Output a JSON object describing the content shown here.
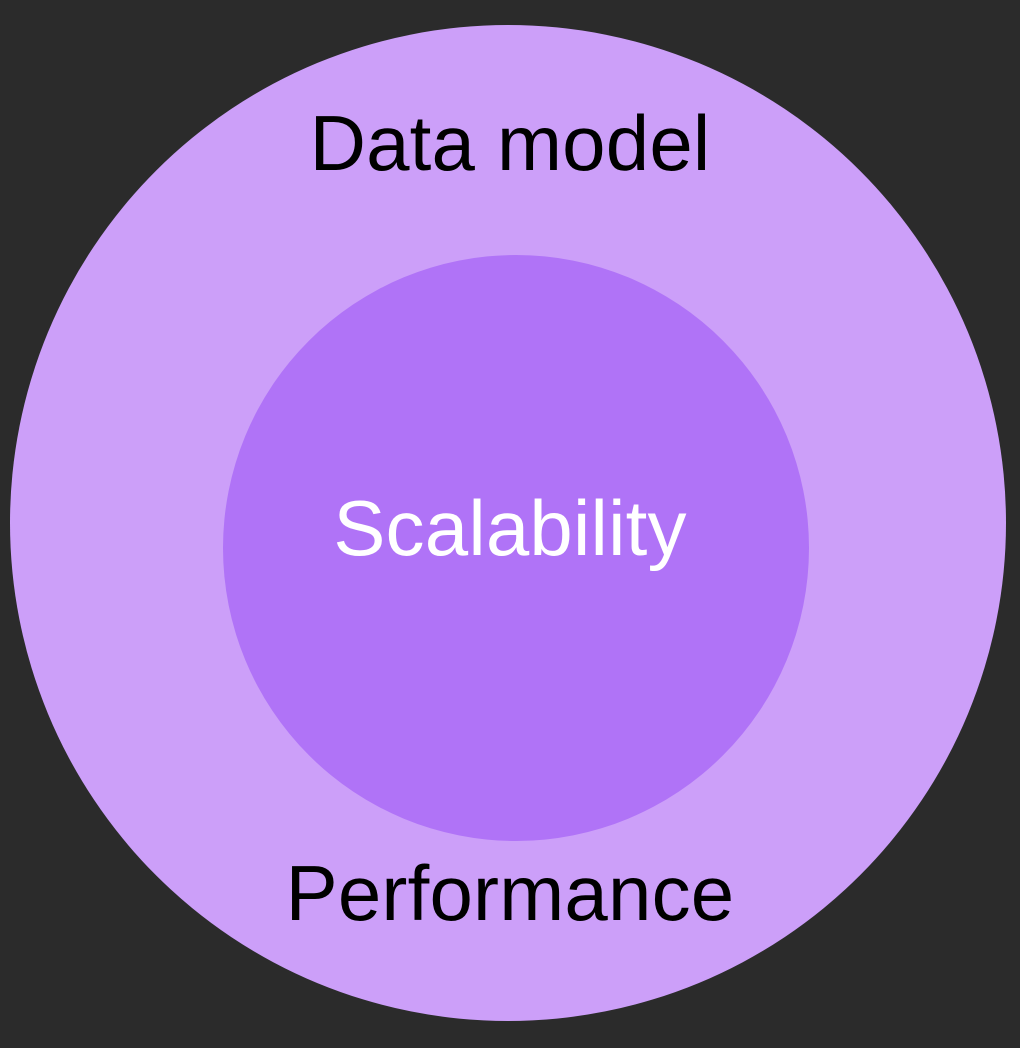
{
  "diagram": {
    "type": "concentric-circles",
    "background_color": "#2b2b2b",
    "outer_circle": {
      "label": "Data model",
      "secondary_label": "Performance",
      "fill_color": "#cc9ff9",
      "text_color": "#000000"
    },
    "inner_circle": {
      "label": "Scalability",
      "fill_color": "#b073f7",
      "text_color": "#ffffff"
    },
    "labels": {
      "top": "Data model",
      "center": "Scalability",
      "bottom": "Performance"
    }
  }
}
